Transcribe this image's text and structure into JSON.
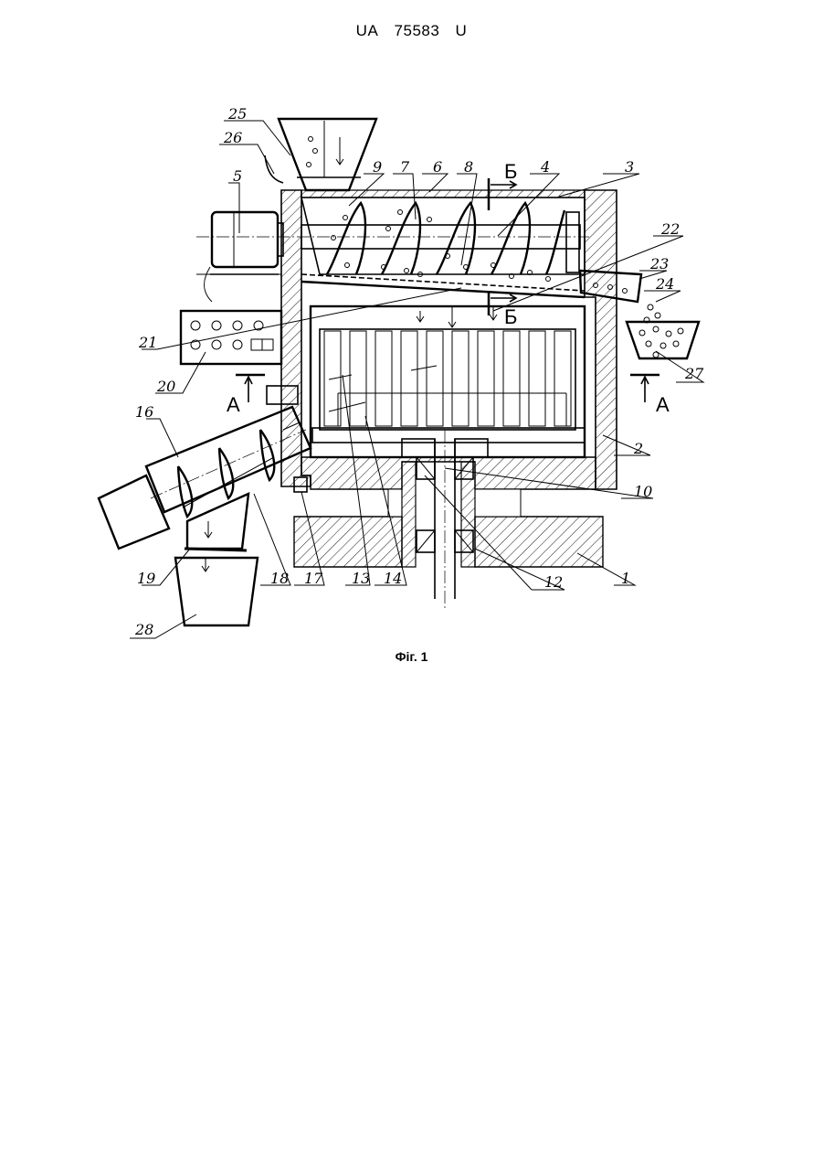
{
  "header": {
    "country": "UA",
    "number": "75583",
    "kind": "U"
  },
  "caption": "Фіг. 1",
  "section_marks": {
    "a_left": "А",
    "a_right": "А",
    "b_top": "Б",
    "b_bottom": "Б"
  },
  "labels": [
    "25",
    "26",
    "5",
    "9",
    "7",
    "6",
    "8",
    "Б",
    "4",
    "3",
    "22",
    "23",
    "24",
    "21",
    "20",
    "27",
    "16",
    "2",
    "10",
    "19",
    "18",
    "17",
    "13",
    "14",
    "12",
    "1",
    "28"
  ],
  "callouts": {
    "n1": "1",
    "n2": "2",
    "n3": "3",
    "n4": "4",
    "n5": "5",
    "n6": "6",
    "n7": "7",
    "n8": "8",
    "n9": "9",
    "n10": "10",
    "n12": "12",
    "n13": "13",
    "n14": "14",
    "n16": "16",
    "n17": "17",
    "n18": "18",
    "n19": "19",
    "n20": "20",
    "n21": "21",
    "n22": "22",
    "n23": "23",
    "n24": "24",
    "n25": "25",
    "n26": "26",
    "n27": "27",
    "n28": "28"
  }
}
